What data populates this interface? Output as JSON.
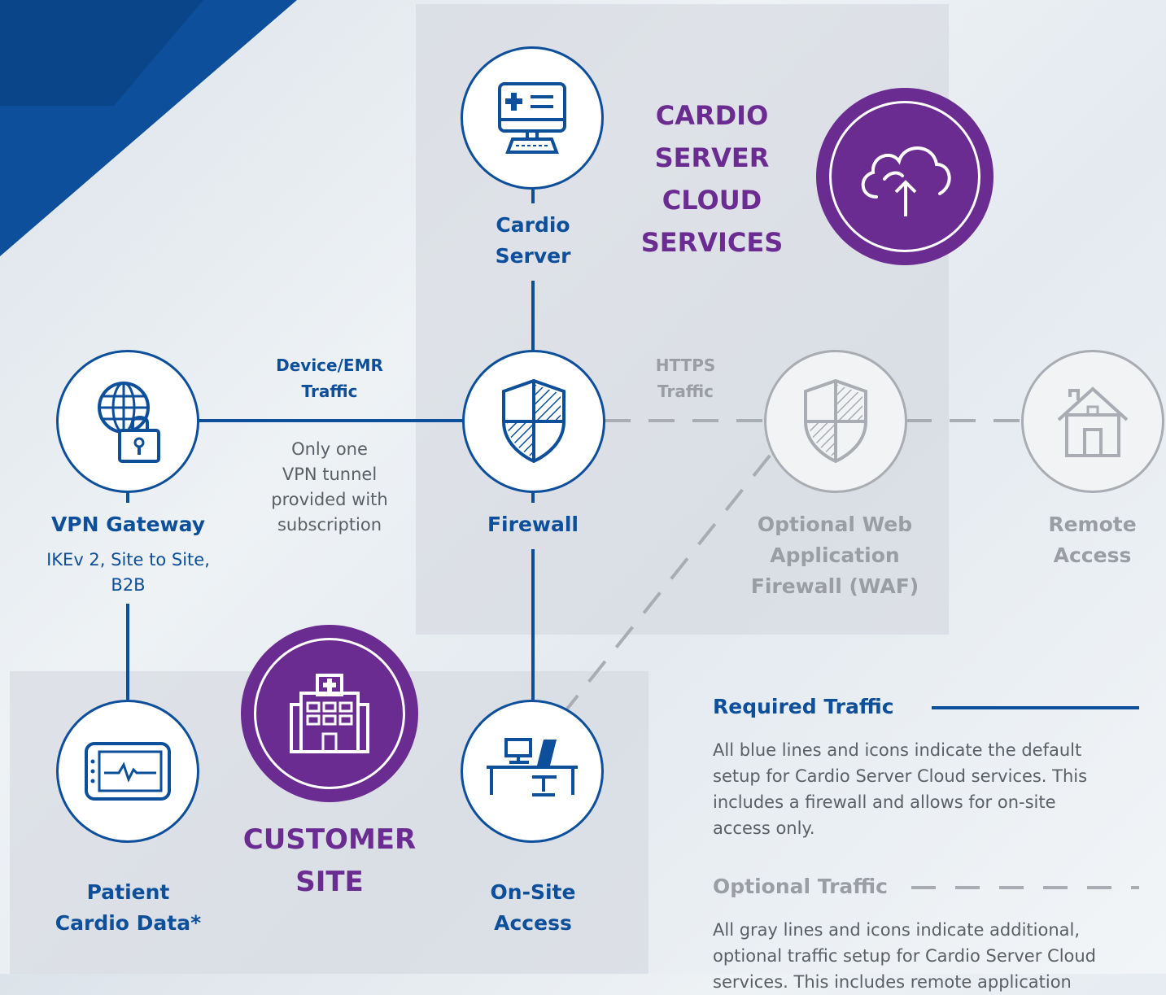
{
  "colors": {
    "blue": "#0d4f9a",
    "gray": "#a9adb3",
    "purple": "#6a2c91"
  },
  "cloud": {
    "title": [
      "CARDIO",
      "SERVER",
      "CLOUD",
      "SERVICES"
    ]
  },
  "customer": {
    "title": [
      "CUSTOMER",
      "SITE"
    ]
  },
  "nodes": {
    "cardio_server": {
      "label": [
        "Cardio",
        "Server"
      ],
      "icon": "monitor-icon"
    },
    "firewall": {
      "label": "Firewall",
      "icon": "shield-icon"
    },
    "vpn_gateway": {
      "label": "VPN Gateway",
      "sublabel": [
        "IKEv 2, Site to Site,",
        "B2B"
      ],
      "icon": "globe-lock-icon"
    },
    "waf": {
      "label": [
        "Optional Web",
        "Application",
        "Firewall (WAF)"
      ],
      "icon": "shield-icon"
    },
    "remote_access": {
      "label": [
        "Remote",
        "Access"
      ],
      "icon": "house-icon"
    },
    "patient_data": {
      "label": [
        "Patient",
        "Cardio Data*"
      ],
      "icon": "ecg-monitor-icon"
    },
    "onsite_access": {
      "label": [
        "On-Site",
        "Access"
      ],
      "icon": "desk-icon"
    },
    "hospital": {
      "icon": "hospital-icon"
    },
    "cloud_icon": {
      "icon": "cloud-upload-icon"
    }
  },
  "edges": {
    "device_emr": [
      "Device/EMR",
      "Traffic"
    ],
    "vpn_note": [
      "Only one",
      "VPN tunnel",
      "provided with",
      "subscription"
    ],
    "https": [
      "HTTPS",
      "Traffic"
    ]
  },
  "legend": {
    "required": {
      "title": "Required Traffic",
      "text": [
        "All blue lines and icons indicate the default",
        "setup for Cardio Server Cloud services. This",
        "includes a firewall and allows for on-site",
        "access only."
      ]
    },
    "optional": {
      "title": "Optional Traffic",
      "text": [
        "All gray lines and icons indicate additional,",
        "optional traffic setup for Cardio Server Cloud",
        "services. This includes remote application"
      ]
    }
  }
}
